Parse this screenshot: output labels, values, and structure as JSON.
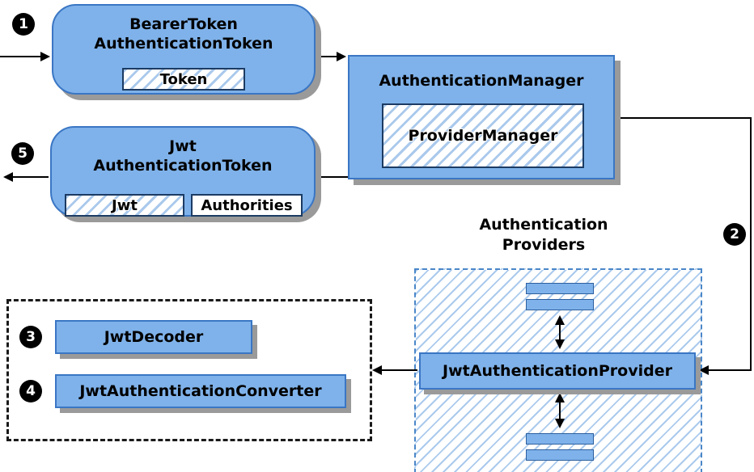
{
  "steps": {
    "s1": "1",
    "s2": "2",
    "s3": "3",
    "s4": "4",
    "s5": "5"
  },
  "boxes": {
    "bearer": {
      "line1": "BearerToken",
      "line2": "AuthenticationToken",
      "chip": "Token"
    },
    "manager": {
      "title": "AuthenticationManager",
      "inner": "ProviderManager"
    },
    "jwt": {
      "line1": "Jwt",
      "line2": "AuthenticationToken",
      "chip1": "Jwt",
      "chip2": "Authorities"
    },
    "providers": {
      "label1": "Authentication",
      "label2": "Providers",
      "provider": "JwtAuthenticationProvider"
    },
    "helpers": {
      "decoder": "JwtDecoder",
      "converter": "JwtAuthenticationConverter"
    }
  },
  "colors": {
    "box_fill": "#7fb2ea",
    "box_border": "#3a76c4",
    "hatch_line": "#aac9ec",
    "dashed_blue": "#4a86c8",
    "dashed_black": "#1a1a1a",
    "shadow": "#9a9a9a",
    "arrow": "#000000"
  }
}
